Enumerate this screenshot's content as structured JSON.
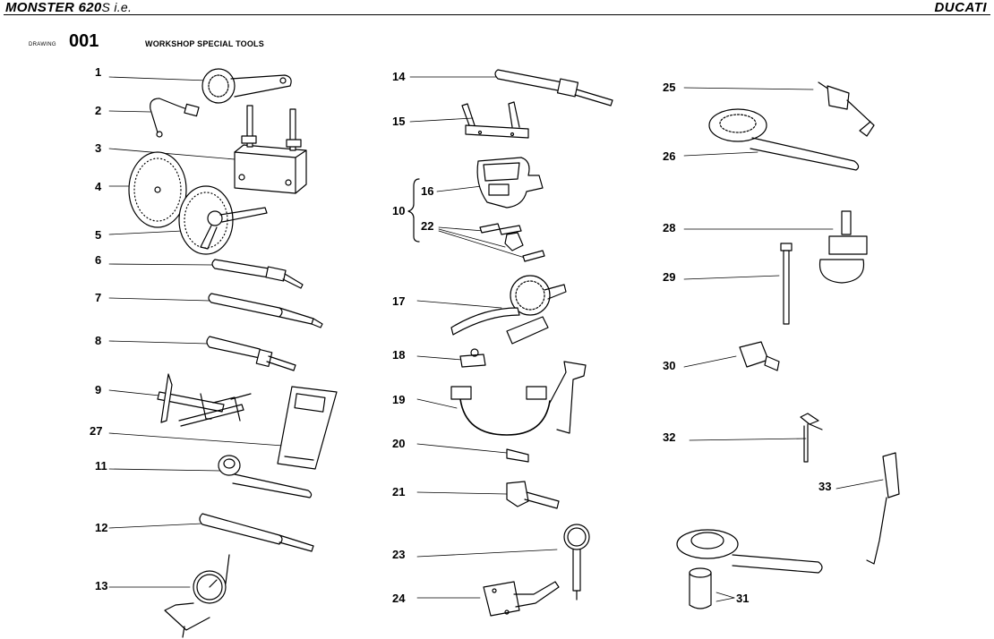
{
  "header": {
    "model_name": "MONSTER 620",
    "model_suffix": "S i.e.",
    "brand": "DUCATI"
  },
  "drawing": {
    "label": "DRAWING",
    "number": "001",
    "title": "WORKSHOP SPECIAL TOOLS"
  },
  "callouts": {
    "c1": "1",
    "c2": "2",
    "c3": "3",
    "c4": "4",
    "c5": "5",
    "c6": "6",
    "c7": "7",
    "c8": "8",
    "c9": "9",
    "c27": "27",
    "c11": "11",
    "c12": "12",
    "c13": "13",
    "c14": "14",
    "c15": "15",
    "c10": "10",
    "c16": "16",
    "c22": "22",
    "c17": "17",
    "c18": "18",
    "c19": "19",
    "c20": "20",
    "c21": "21",
    "c23": "23",
    "c24": "24",
    "c25": "25",
    "c26": "26",
    "c28": "28",
    "c29": "29",
    "c30": "30",
    "c32": "32",
    "c33": "33",
    "c31": "31"
  }
}
